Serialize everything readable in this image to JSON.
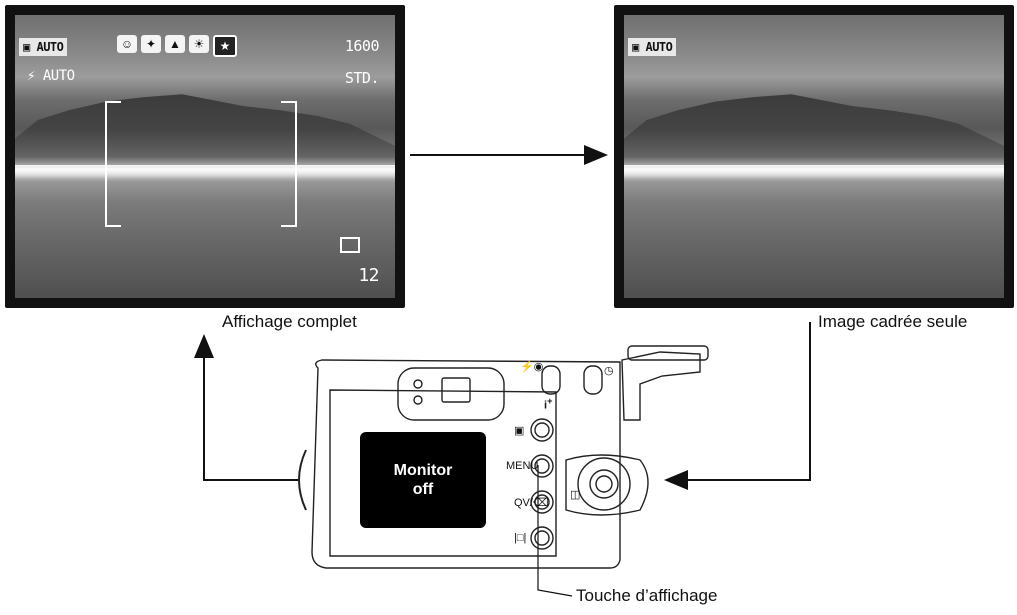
{
  "left_screen": {
    "mode_badge": "AUTO",
    "flash_label": "AUTO",
    "resolution": "1600",
    "quality": "STD.",
    "frames_remaining": "12"
  },
  "right_screen": {
    "mode_badge": "AUTO"
  },
  "captions": {
    "left": "Affichage complet",
    "right": "Image cadrée seule",
    "button": "Touche d’affichage"
  },
  "camera": {
    "monitor_line1": "Monitor",
    "monitor_line2": "off",
    "menu_label": "MENU",
    "qv_label": "QV/",
    "info_label": "i"
  }
}
